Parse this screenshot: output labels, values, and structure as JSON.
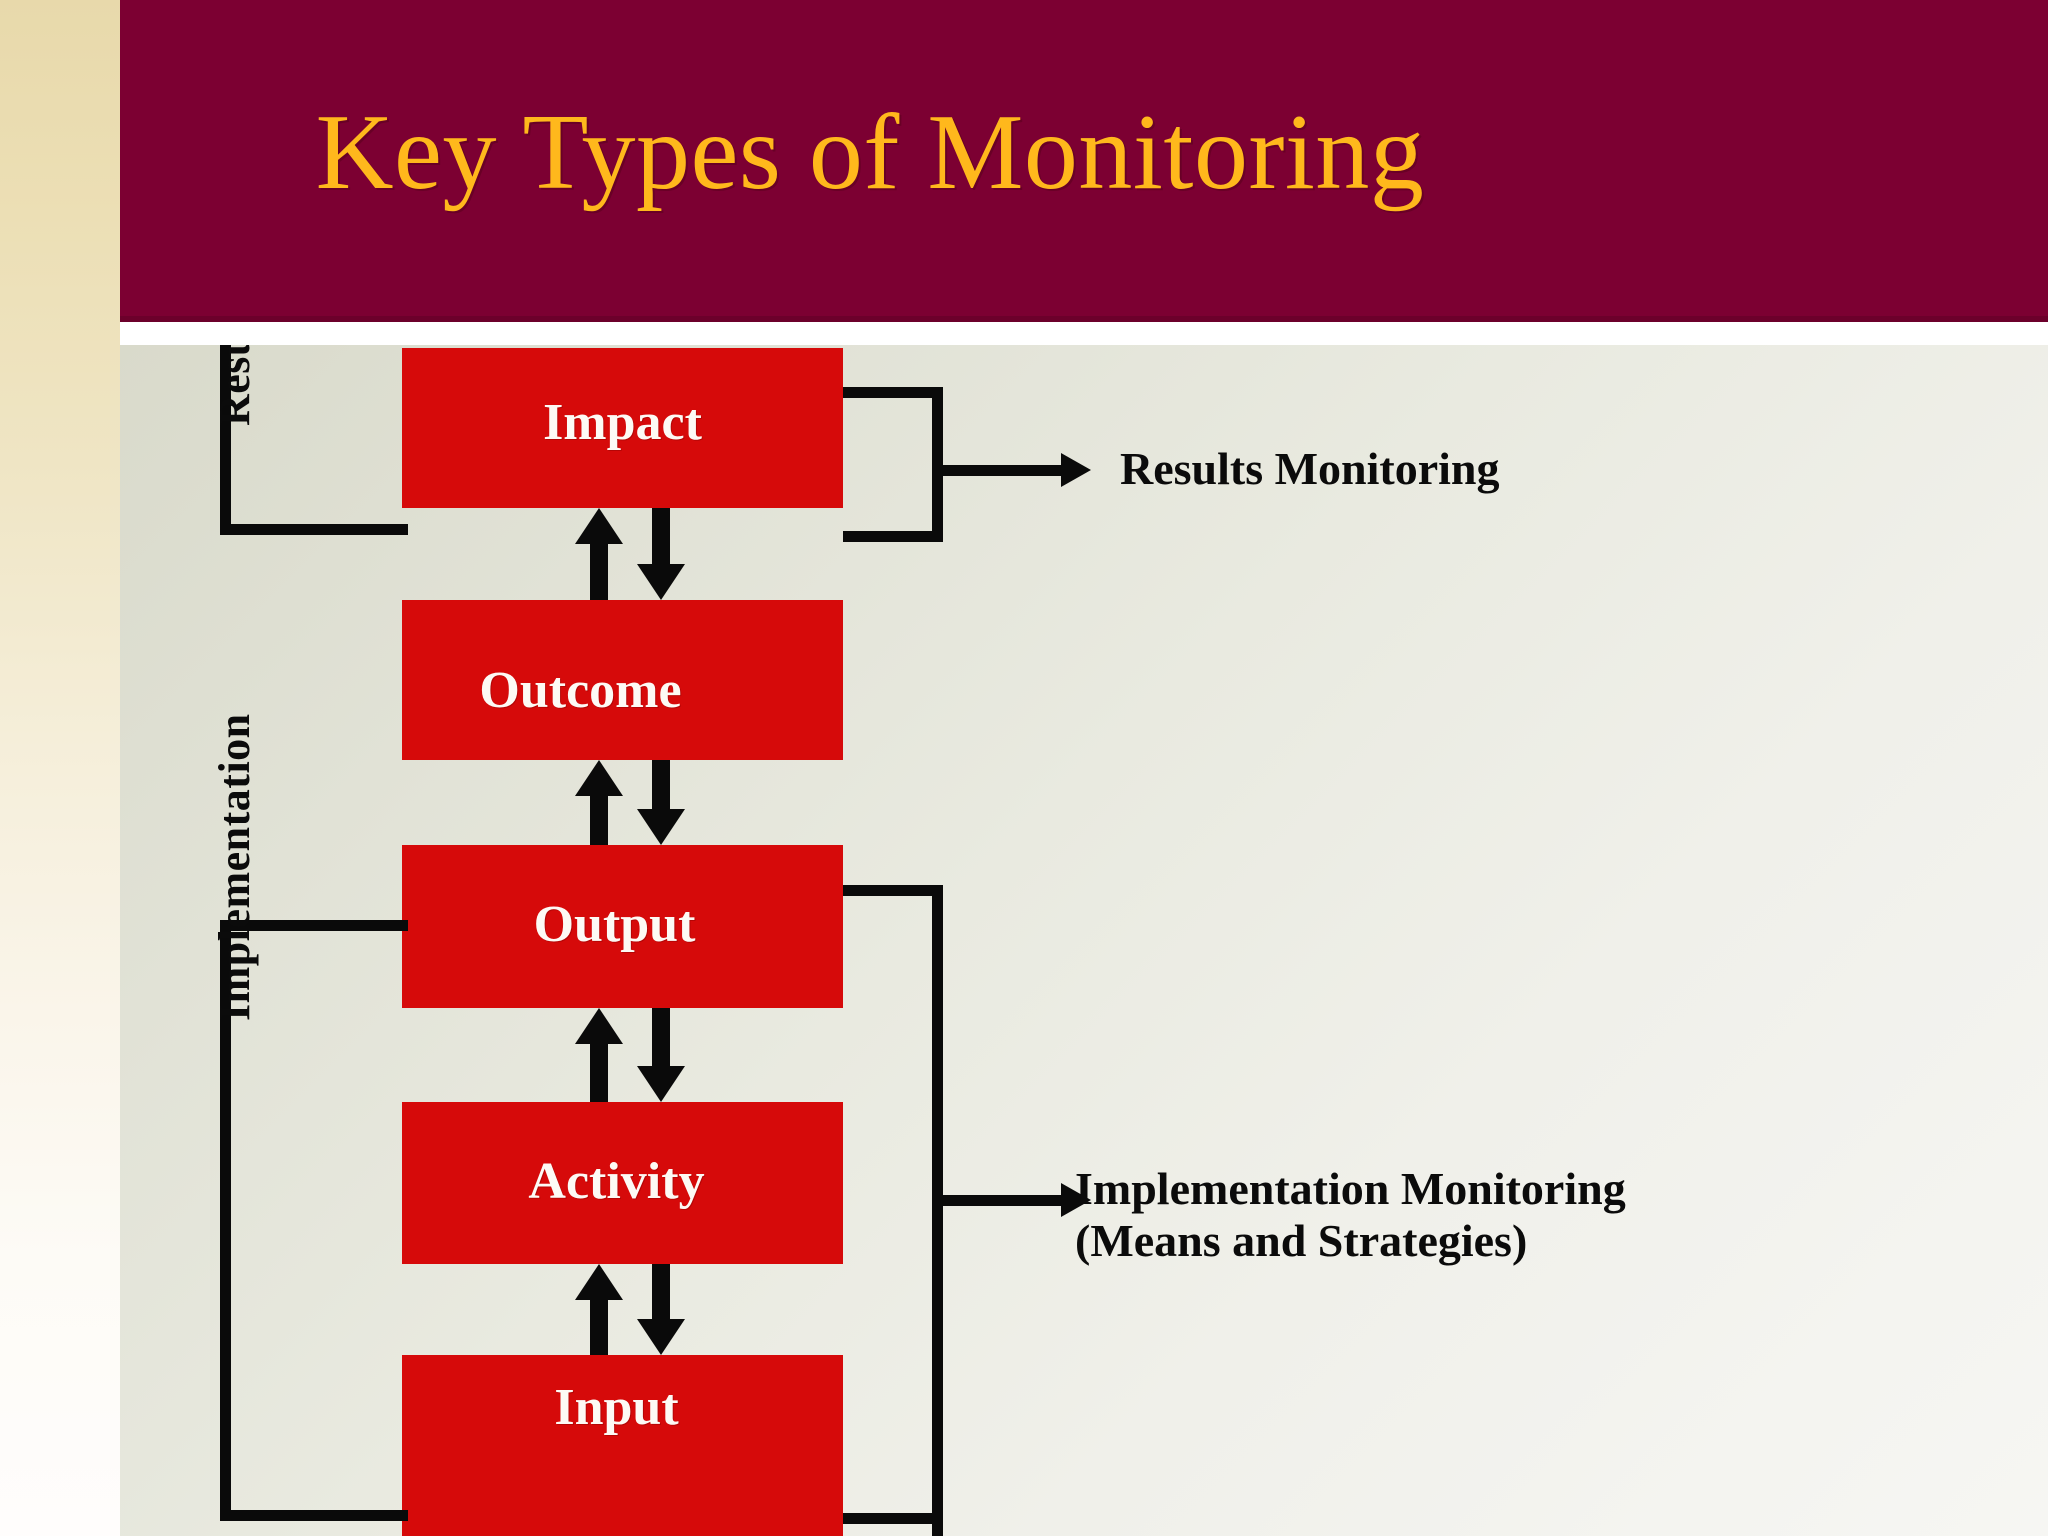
{
  "slide": {
    "title": "Key Types of Monitoring",
    "title_color": "#ffb81c",
    "header_color": "#7c0032",
    "box_color": "#d60a0a",
    "box_text_color": "#fdfaf5",
    "connector_color": "#0a0a0a",
    "canvas_color": "#e6e7dc",
    "accent_bar_color": "#e8d9ab"
  },
  "chain": {
    "boxes": [
      {
        "id": "impact",
        "label": "Impact"
      },
      {
        "id": "outcome",
        "label": "Outcome"
      },
      {
        "id": "output",
        "label": "Output"
      },
      {
        "id": "activity",
        "label": "Activity"
      },
      {
        "id": "input",
        "label": "Input"
      }
    ]
  },
  "groups": [
    {
      "id": "results",
      "side_label": "Results",
      "callout": "Results Monitoring",
      "callout_line2": "",
      "members": [
        "Impact",
        "Outcome"
      ]
    },
    {
      "id": "implementation",
      "side_label": "Implementation",
      "callout": "Implementation Monitoring",
      "callout_line2": "(Means and Strategies)",
      "members": [
        "Output",
        "Activity",
        "Input"
      ]
    }
  ]
}
